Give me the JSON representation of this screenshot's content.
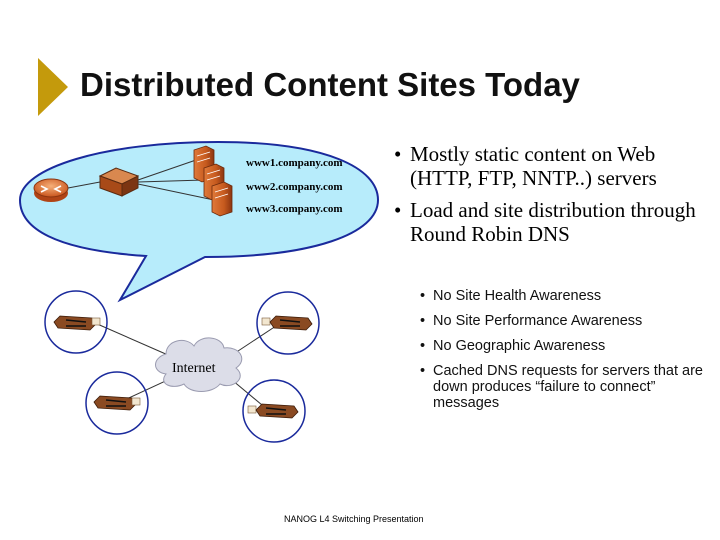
{
  "slide": {
    "title": "Distributed Content Sites Today",
    "footer": "NANOG L4 Switching Presentation"
  },
  "diagram": {
    "servers": [
      "www1.company.com",
      "www2.company.com",
      "www3.company.com"
    ],
    "cloud_label": "Internet",
    "colors": {
      "bubble_border": "#1a2a9c",
      "bubble_fill": "#b7ecfb",
      "accent": "#c49a0c",
      "server": "#c65a1e"
    }
  },
  "bullets": {
    "main": [
      {
        "marker": "•",
        "text": "Mostly static content on Web (HTTP, FTP, NNTP..) servers"
      },
      {
        "marker": "•",
        "text": "Load and site distribution through Round Robin DNS"
      }
    ],
    "sub": [
      {
        "marker": "•",
        "text": "No Site Health Awareness"
      },
      {
        "marker": "•",
        "text": "No Site Performance Awareness"
      },
      {
        "marker": "•",
        "text": "No Geographic Awareness"
      },
      {
        "marker": "•",
        "text": "Cached DNS requests for servers that are down produces “failure to connect” messages"
      }
    ]
  }
}
